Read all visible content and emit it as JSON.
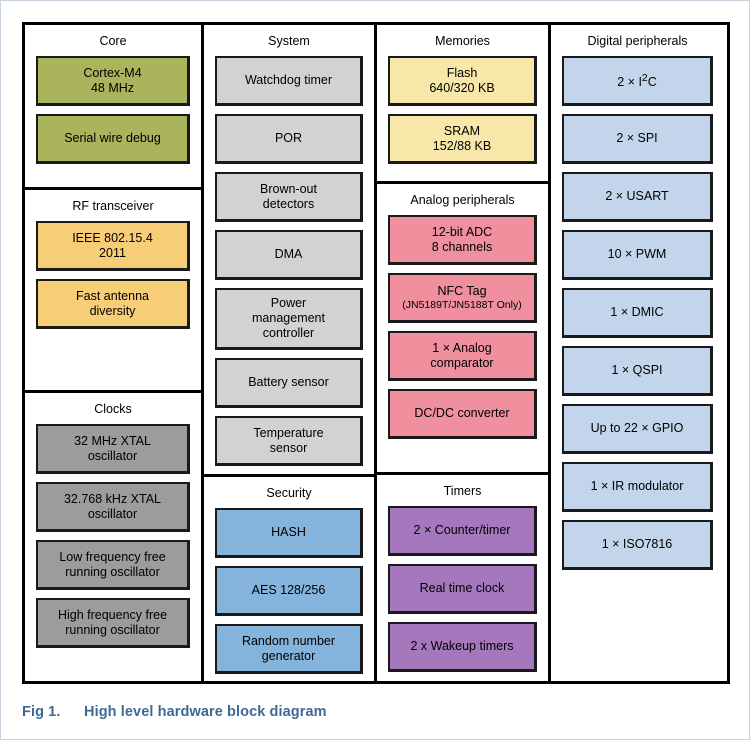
{
  "figure": {
    "caption_number": "Fig 1.",
    "caption_text": "High level hardware block diagram",
    "caption_color": "#3d6a94",
    "border_color": "#000000"
  },
  "columns": [
    {
      "name": "core-column",
      "groups": [
        {
          "name": "core",
          "title": "Core",
          "color": "#a9b45c",
          "blocks": [
            {
              "label": "Cortex-M4\n48 MHz"
            },
            {
              "label": "Serial wire debug"
            }
          ]
        },
        {
          "name": "rf-transceiver",
          "title": "RF transceiver",
          "color": "#f7ce77",
          "blocks": [
            {
              "label": "IEEE 802.15.4\n2011"
            },
            {
              "label": "Fast antenna\ndiversity"
            }
          ]
        },
        {
          "name": "clocks",
          "title": "Clocks",
          "color": "#9c9c9c",
          "blocks": [
            {
              "label": "32 MHz XTAL\noscillator"
            },
            {
              "label": "32.768 kHz XTAL\noscillator"
            },
            {
              "label": "Low frequency free\nrunning oscillator"
            },
            {
              "label": "High frequency free\nrunning oscillator"
            }
          ]
        }
      ]
    },
    {
      "name": "system-column",
      "groups": [
        {
          "name": "system",
          "title": "System",
          "color": "#d2d2d2",
          "blocks": [
            {
              "label": "Watchdog timer"
            },
            {
              "label": "POR"
            },
            {
              "label": "Brown-out\ndetectors"
            },
            {
              "label": "DMA"
            },
            {
              "label": "Power\nmanagement\ncontroller"
            },
            {
              "label": "Battery sensor"
            },
            {
              "label": "Temperature\nsensor"
            }
          ]
        },
        {
          "name": "security",
          "title": "Security",
          "color": "#84b4dc",
          "blocks": [
            {
              "label": "HASH"
            },
            {
              "label": "AES 128/256"
            },
            {
              "label": "Random number\ngenerator"
            }
          ]
        }
      ]
    },
    {
      "name": "memories-column",
      "groups": [
        {
          "name": "memories",
          "title": "Memories",
          "color": "#f7e7a8",
          "blocks": [
            {
              "label": "Flash\n640/320 KB"
            },
            {
              "label": "SRAM\n152/88 KB"
            }
          ]
        },
        {
          "name": "analog-peripherals",
          "title": "Analog peripherals",
          "color": "#f0909e",
          "blocks": [
            {
              "label": "12-bit ADC\n8 channels"
            },
            {
              "label": "NFC Tag",
              "sub": "(JN5189T/JN5188T Only)"
            },
            {
              "label": "1 × Analog\ncomparator"
            },
            {
              "label": "DC/DC converter"
            }
          ]
        },
        {
          "name": "timers",
          "title": "Timers",
          "color": "#a578be",
          "blocks": [
            {
              "label": "2 × Counter/timer"
            },
            {
              "label": "Real time clock"
            },
            {
              "label": "2 x Wakeup timers"
            }
          ]
        }
      ]
    },
    {
      "name": "digital-peripherals-column",
      "groups": [
        {
          "name": "digital-peripherals",
          "title": "Digital peripherals",
          "color": "#c3d5ea",
          "blocks": [
            {
              "label": "2 × I2C",
              "superscript": "2"
            },
            {
              "label": "2 × SPI"
            },
            {
              "label": "2 × USART"
            },
            {
              "label": "10 × PWM"
            },
            {
              "label": "1 × DMIC"
            },
            {
              "label": "1 × QSPI"
            },
            {
              "label": "Up to 22 × GPIO"
            },
            {
              "label": "1 × IR modulator"
            },
            {
              "label": "1 × ISO7816"
            }
          ]
        }
      ]
    }
  ]
}
